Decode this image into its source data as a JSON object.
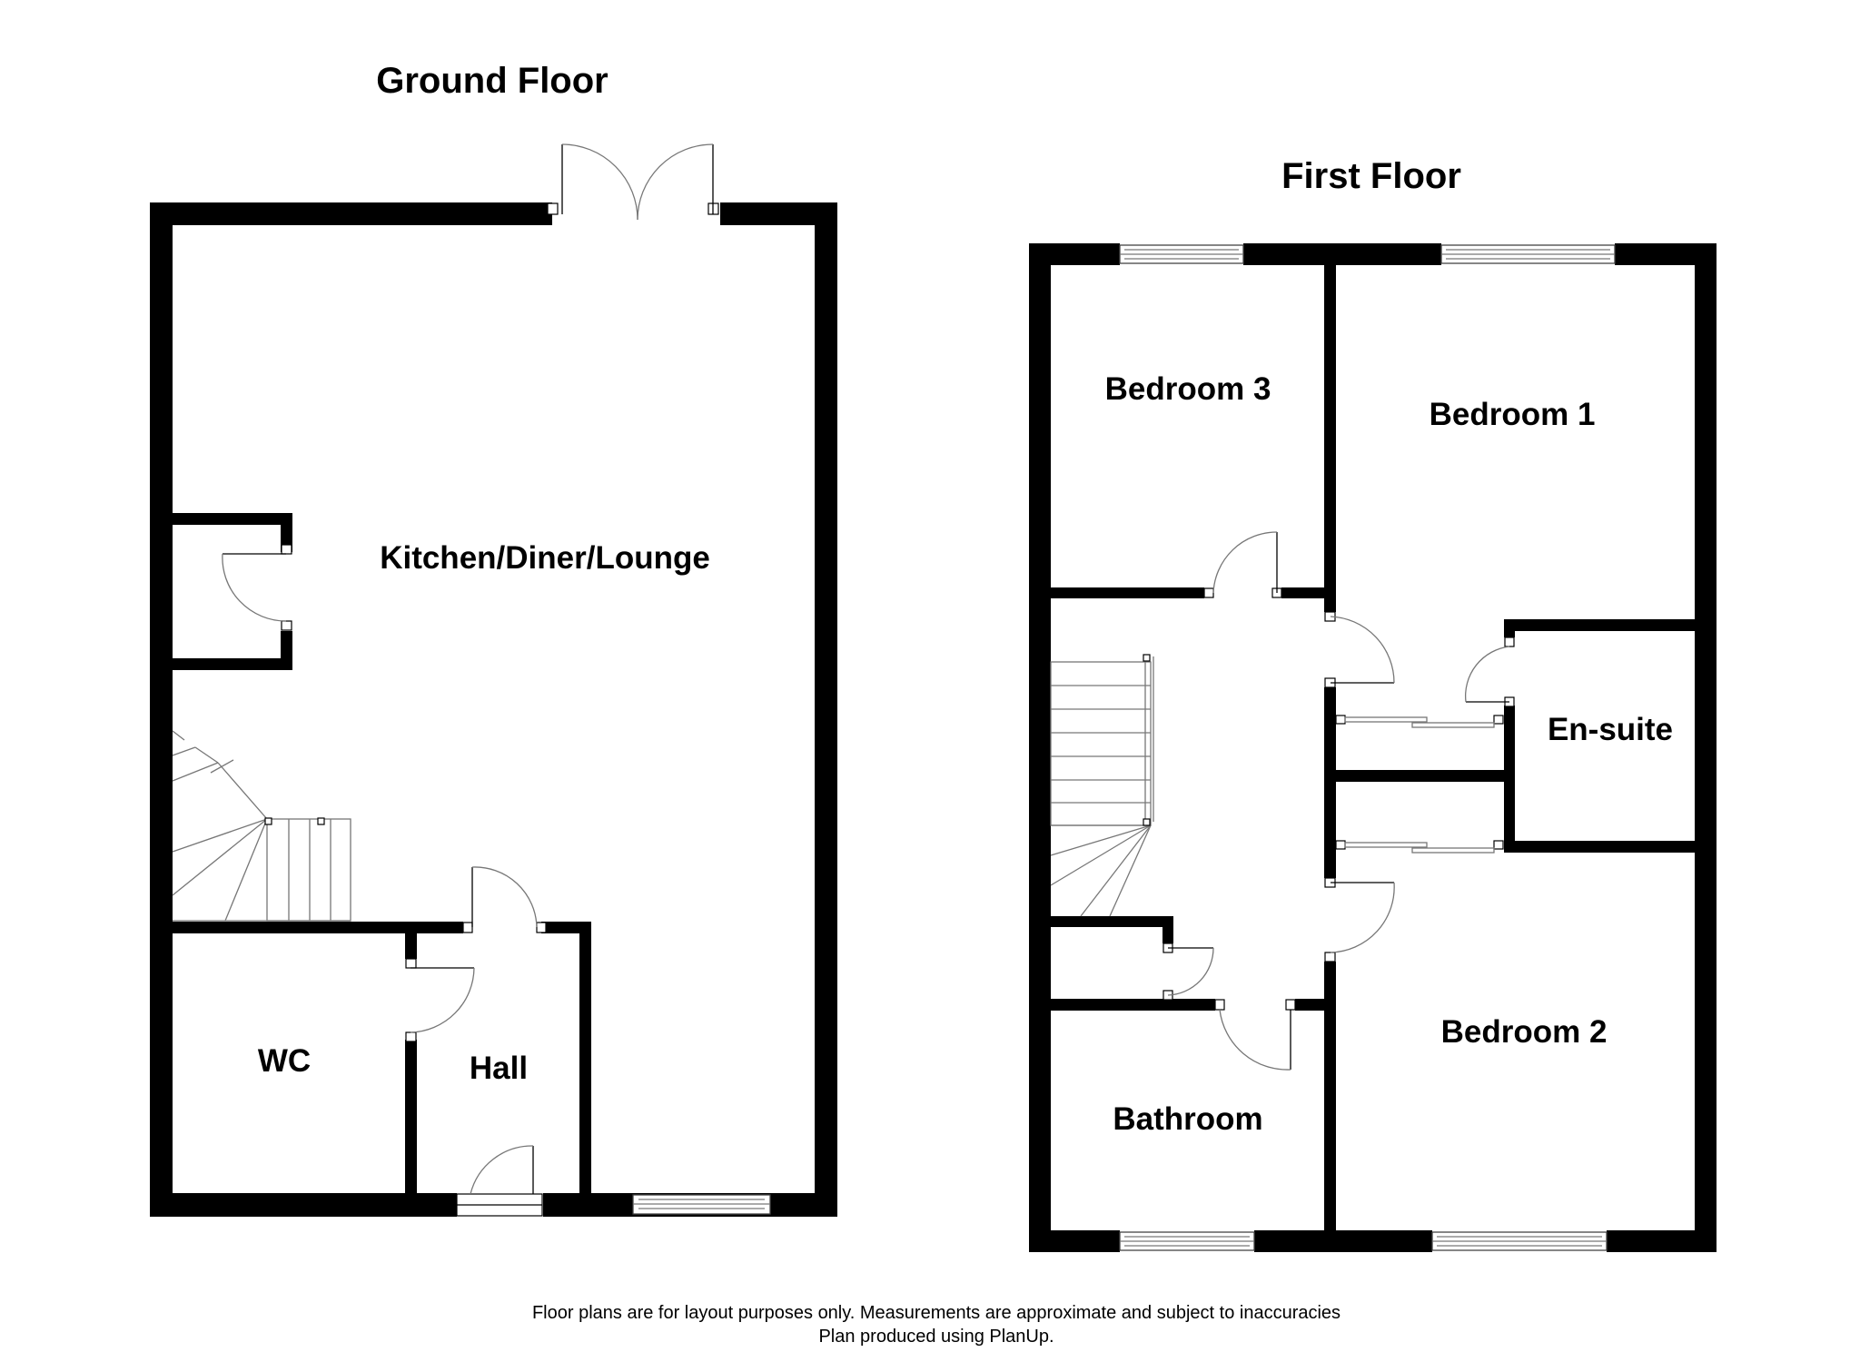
{
  "floors": {
    "ground": {
      "title": "Ground Floor",
      "rooms": {
        "kitchen": "Kitchen/Diner/Lounge",
        "wc": "WC",
        "hall": "Hall"
      }
    },
    "first": {
      "title": "First Floor",
      "rooms": {
        "bedroom3": "Bedroom 3",
        "bedroom1": "Bedroom 1",
        "ensuite": "En-suite",
        "bedroom2": "Bedroom 2",
        "bathroom": "Bathroom"
      }
    }
  },
  "footer": {
    "disclaimer": "Floor plans are for layout purposes only. Measurements are approximate and subject to inaccuracies",
    "credit": "Plan produced using PlanUp."
  },
  "colors": {
    "wall": "#000000",
    "background": "#ffffff"
  }
}
